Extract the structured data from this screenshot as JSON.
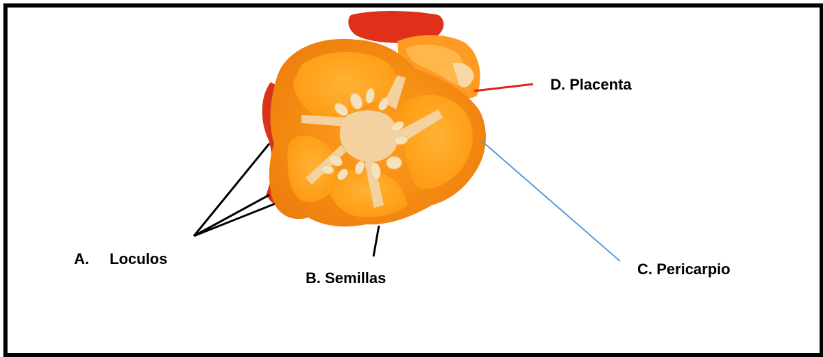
{
  "labels": {
    "a": {
      "letter": "A.",
      "text": "Loculos"
    },
    "b": {
      "text": "B. Semillas"
    },
    "c": {
      "text": "C. Pericarpio"
    },
    "d": {
      "text": "D. Placenta"
    }
  },
  "colors": {
    "frame": "#000000",
    "pointer_black": "#000000",
    "pointer_blue": "#5b9bd5",
    "pointer_red": "#e0201b",
    "pepper_outer": "#f28a12",
    "pepper_locule": "#ffa51f",
    "placenta": "#f3d2a0",
    "seed": "#f6e3bc"
  }
}
